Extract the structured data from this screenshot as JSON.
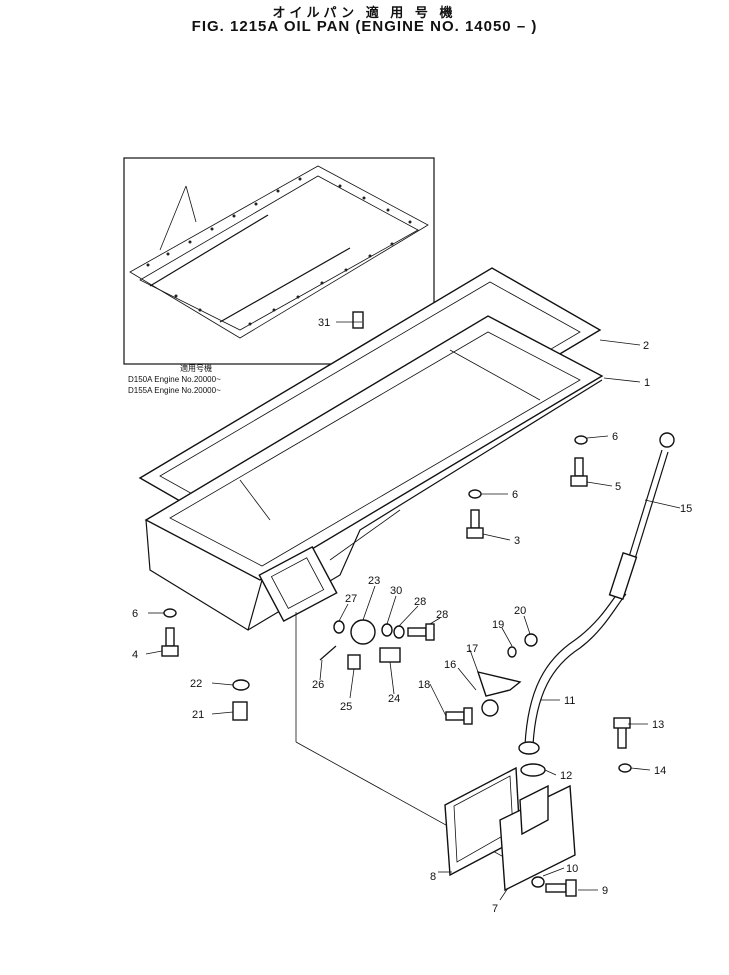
{
  "header": {
    "title_jp": "オイルパン 適 用 号 機",
    "title_en": "FIG. 1215A  OIL PAN (ENGINE NO. 14050 – )"
  },
  "inset": {
    "note_title": "適用号機",
    "note_line1": "D150A Engine No.20000~",
    "note_line2": "D155A Engine No.20000~"
  },
  "callouts": {
    "c1": "1",
    "c2": "2",
    "c3": "3",
    "c4": "4",
    "c5": "5",
    "c6a": "6",
    "c6b": "6",
    "c6c": "6",
    "c7": "7",
    "c8": "8",
    "c9": "9",
    "c10": "10",
    "c11": "11",
    "c12": "12",
    "c13": "13",
    "c14": "14",
    "c15": "15",
    "c16": "16",
    "c17": "17",
    "c18": "18",
    "c19": "19",
    "c20": "20",
    "c21": "21",
    "c22": "22",
    "c23": "23",
    "c24": "24",
    "c25": "25",
    "c26": "26",
    "c27": "27",
    "c28a": "28",
    "c28b": "28",
    "c30": "30",
    "c31": "31"
  }
}
